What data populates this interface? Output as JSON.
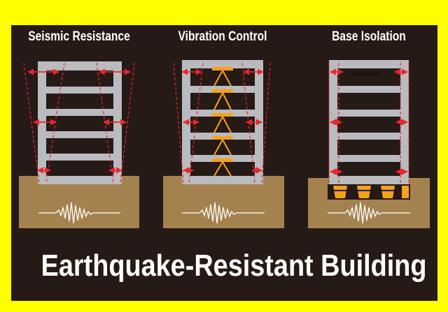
{
  "title": "Earthquake-Resistant Building",
  "panels": [
    {
      "label": "Seismic Resistance"
    },
    {
      "label": "Vibration Control"
    },
    {
      "label": "Base Isolation"
    }
  ],
  "colors": {
    "background": "#261a17",
    "border": "#ffff00",
    "ground": "#a4824f",
    "frame": "#b9bbbf",
    "arrow": "#e8262b",
    "damper": "#f5a21b",
    "seismic_wave": "#ffffff"
  }
}
